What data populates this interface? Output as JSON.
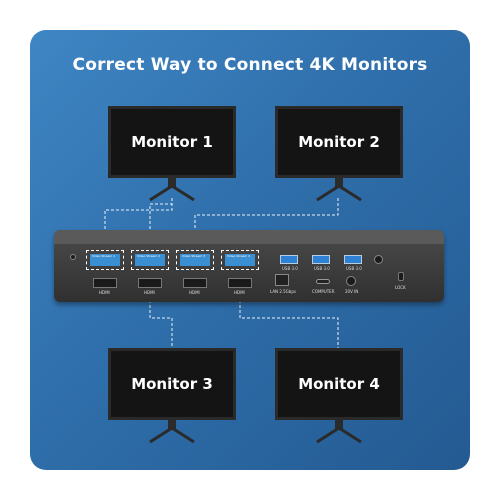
{
  "title": "Correct Way to Connect 4K Monitors",
  "monitors": [
    {
      "label": "Monitor 1"
    },
    {
      "label": "Monitor 2"
    },
    {
      "label": "Monitor 3"
    },
    {
      "label": "Monitor 4"
    }
  ],
  "dock": {
    "dp_ports": [
      "Video Stream 1",
      "Video Stream 2",
      "Video Stream 3",
      "Video Stream 4"
    ],
    "hdmi_ports": [
      "HDMI",
      "HDMI",
      "HDMI",
      "HDMI"
    ],
    "usb_ports": [
      "USB 3.0",
      "USB 3.0",
      "USB 3.0"
    ],
    "lan_label": "LAN 2.5Gbps",
    "computer_label": "COMPUTER",
    "power_label": "20V IN",
    "lock_label": "LOCK"
  },
  "colors": {
    "background": "#2f6fab",
    "accent_port": "#3a8fd2",
    "dashed_line": "#ffffff"
  }
}
